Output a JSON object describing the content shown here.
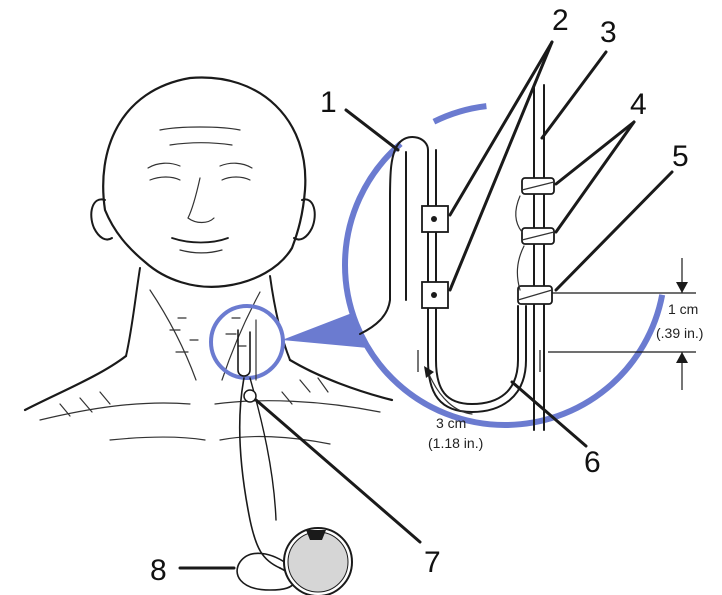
{
  "colors": {
    "magnifier": "#6b7bd0",
    "ink": "#1a1a1a",
    "generator": "#d6d6d6"
  },
  "callouts": [
    "1",
    "2",
    "3",
    "4",
    "5",
    "6",
    "7",
    "8"
  ],
  "dimensions": {
    "spacing_metric": "1 cm",
    "spacing_imperial": "(.39 in.)",
    "loop_metric": "3 cm",
    "loop_imperial": "(1.18 in.)"
  }
}
